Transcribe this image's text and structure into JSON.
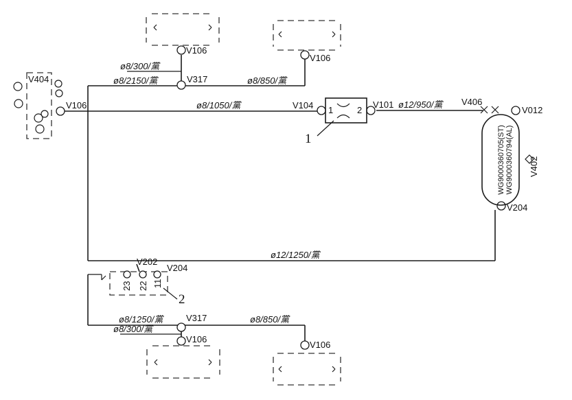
{
  "components": {
    "chassis_v404": "V404",
    "v106": "V106",
    "v317": "V317",
    "v104": "V104",
    "v101": "V101",
    "v406": "V406",
    "v012": "V012",
    "v402": "V402",
    "v204": "V204",
    "v202": "V202",
    "dryer_port_1": "1",
    "dryer_port_2": "2",
    "valve_port_23": "23",
    "valve_port_22": "22",
    "valve_port_11": "11"
  },
  "pipes": {
    "p_8_300": "ø8/300/黨",
    "p_8_2150": "ø8/2150/黨",
    "p_8_850": "ø8/850/黨",
    "p_8_1050": "ø8/1050/黨",
    "p_12_950": "ø12/950/黨",
    "p_12_1250": "ø12/1250/黨",
    "p_8_1250": "ø8/1250/黨"
  },
  "tank": {
    "part_st": "WG9000360705(ST)",
    "part_al": "WG9000360794(AL)"
  },
  "callouts": {
    "one": "1",
    "two": "2"
  }
}
